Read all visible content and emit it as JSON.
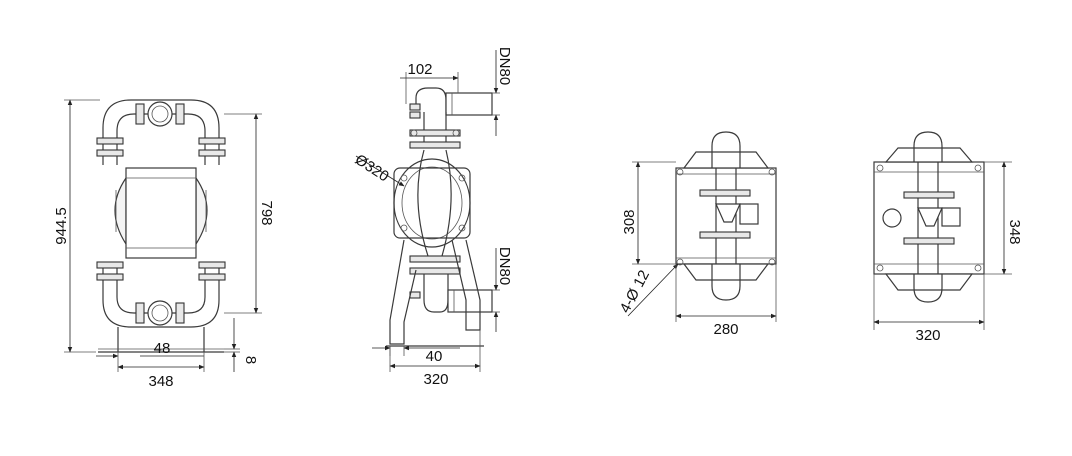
{
  "front_view": {
    "height_total": "944.5",
    "height_ports": "798",
    "foot_offset": "48",
    "foot_height": "8",
    "width": "348"
  },
  "side_view": {
    "port_offset": "102",
    "outlet": "DN80",
    "inlet": "DN80",
    "diaphragm_dia": "Ø320",
    "base_offset": "40",
    "width": "320"
  },
  "top_view": {
    "hole_spacing": "308",
    "holes": "4-Ø 12",
    "width": "280"
  },
  "bottom_view": {
    "depth": "348",
    "width": "320"
  }
}
